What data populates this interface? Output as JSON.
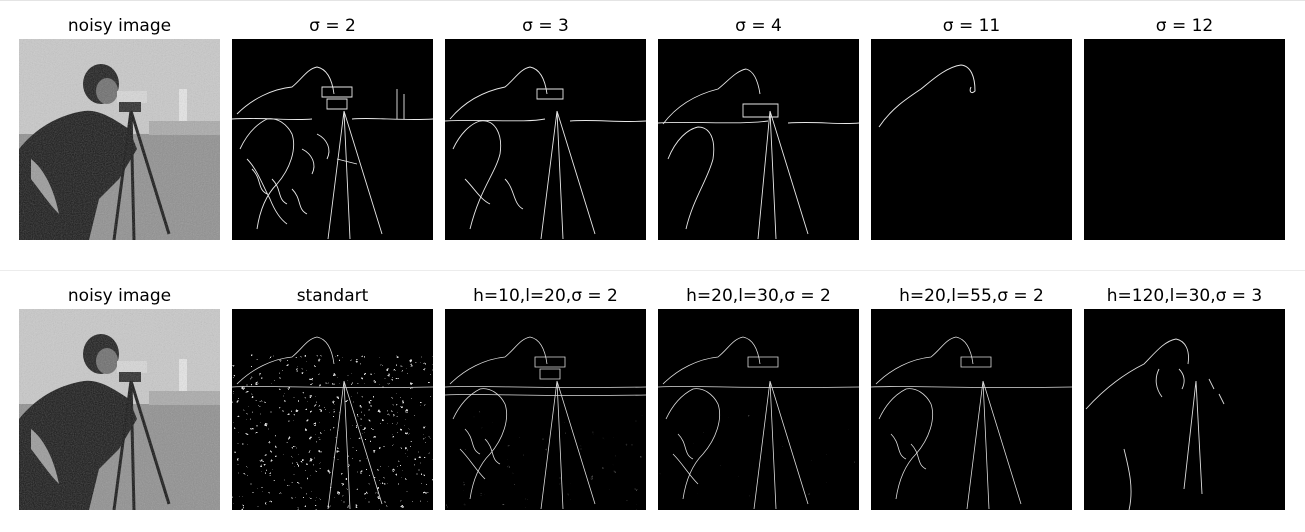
{
  "rows": [
    {
      "titles": [
        "noisy image",
        "σ = 2",
        "σ = 3",
        "σ = 4",
        "σ = 11",
        "σ = 12"
      ]
    },
    {
      "titles": [
        "noisy image",
        "standart",
        "h=10,l=20,σ = 2",
        "h=20,l=30,σ = 2",
        "h=20,l=55,σ = 2",
        "h=120,l=30,σ = 3"
      ]
    }
  ]
}
